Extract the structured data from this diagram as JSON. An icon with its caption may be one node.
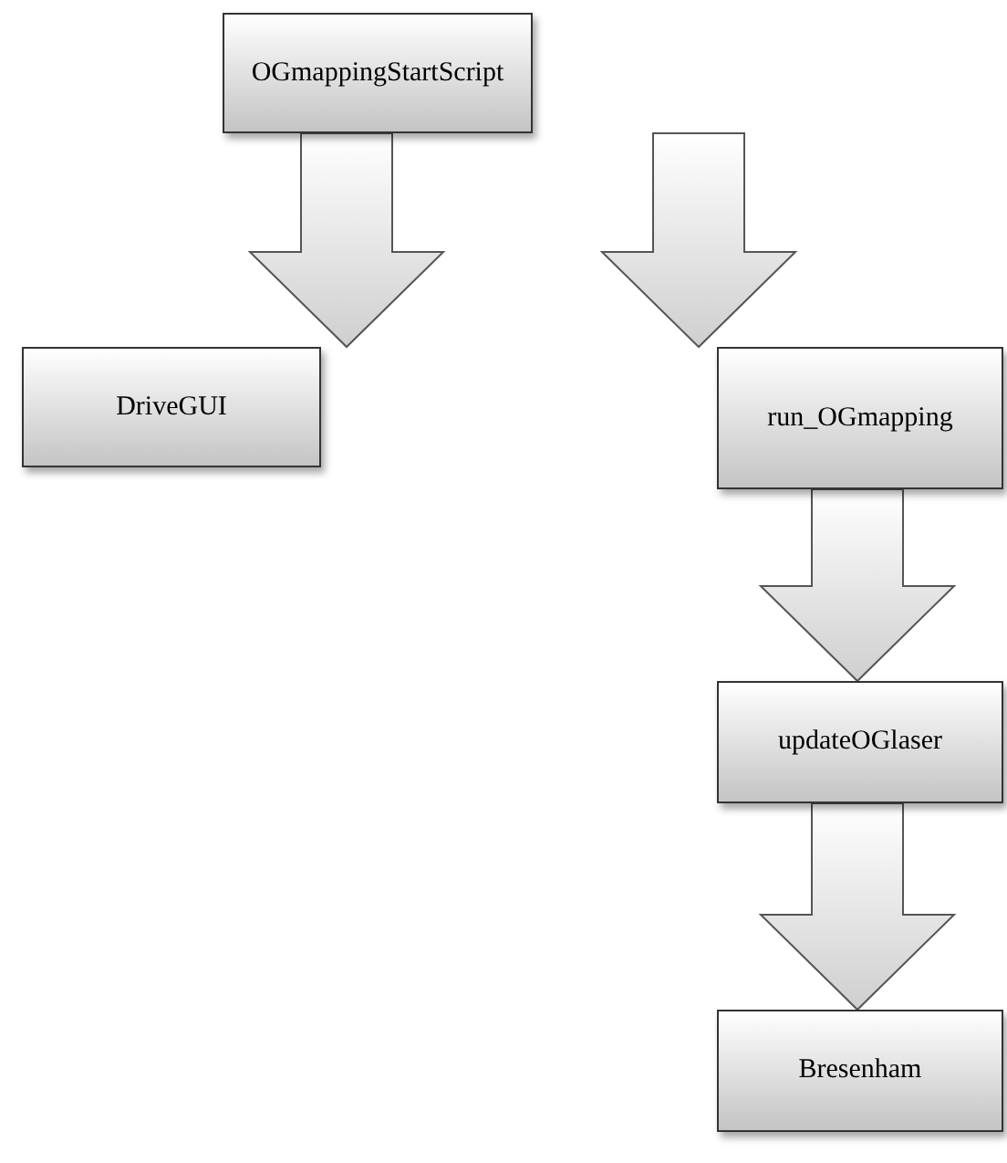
{
  "diagram": {
    "nodes": [
      {
        "text": [
          "OGmappingStartScript"
        ]
      },
      {
        "text": [
          "DriveGUI"
        ]
      },
      {
        "text": [
          "run_OGmapping"
        ]
      },
      {
        "text": [
          "updateOGlaser"
        ]
      },
      {
        "text": [
          "Bresenham"
        ]
      }
    ],
    "edges": [
      {
        "from": 0,
        "to": 1,
        "arrow": "to"
      },
      {
        "from": 0,
        "to": 2,
        "arrow": "to"
      },
      {
        "from": 2,
        "to": 3,
        "arrow": "to"
      },
      {
        "from": 3,
        "to": 4,
        "arrow": "to"
      }
    ]
  }
}
